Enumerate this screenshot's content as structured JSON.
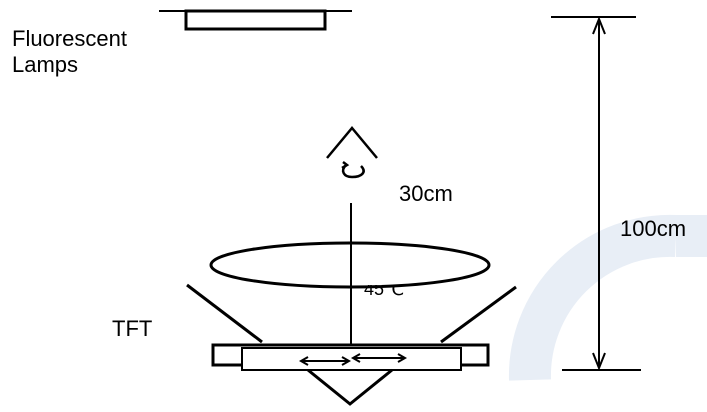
{
  "diagram": {
    "lamp_label": [
      "Fluorescent",
      "Lamps"
    ],
    "distance_label": "30cm",
    "height_label": "100cm",
    "tft_label": "TFT",
    "angle_label": "45℃"
  },
  "colors": {
    "ink": "#000000",
    "watermark": "#e8eef6"
  },
  "icons": {
    "eye": "eye-icon"
  }
}
